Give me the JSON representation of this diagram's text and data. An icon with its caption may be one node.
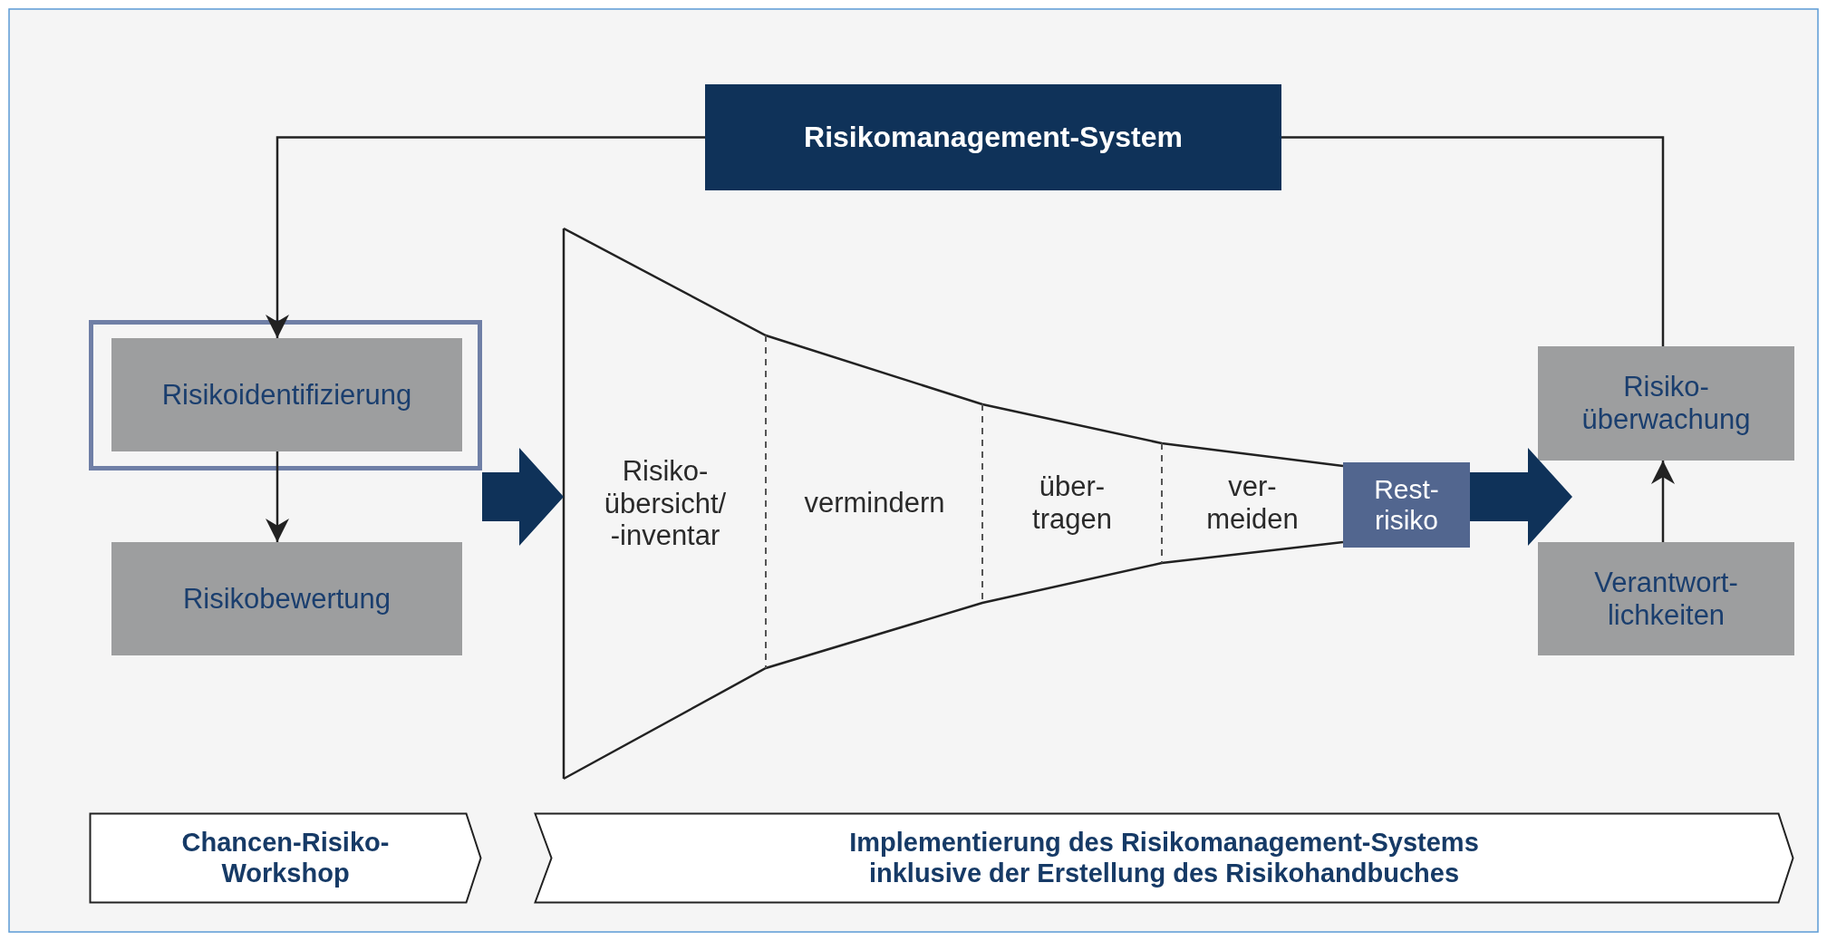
{
  "diagram": {
    "nodes": [
      {
        "text": [
          "Risikomanagement-System"
        ]
      },
      {
        "text": [],
        "shape": "box"
      },
      {
        "text": [
          "Risikoidentifizierung"
        ],
        "in": 1
      },
      {
        "text": [
          "Risikobewertung"
        ]
      },
      {
        "text": [
          "Risiko- übersicht/ -inventar",
          "vermindern",
          "über- tragen",
          "ver- meiden"
        ]
      },
      {
        "text": [
          "Rest- risiko"
        ]
      },
      {
        "text": [
          "Risiko- überwachung"
        ]
      },
      {
        "text": [
          "Verantwort- lichkeiten"
        ]
      },
      {
        "text": [
          "Chancen-Risiko- Workshop"
        ]
      },
      {
        "text": [
          "Implementierung des Risikomanagement-Systems inklusive der Erstellung des Risikohandbuches"
        ]
      }
    ],
    "edges": [
      {
        "from": 0,
        "to": 2,
        "arrow": "to"
      },
      {
        "from": 2,
        "to": 3,
        "arrow": "to"
      },
      {
        "from": 1,
        "to": 4,
        "arrow": "to",
        "style": "thick",
        "color": "#0f3259"
      },
      {
        "from": 5,
        "to": null,
        "arrow": "to",
        "style": "thick",
        "color": "#0f3259"
      },
      {
        "from": 6,
        "to": 0,
        "arrow": "none"
      },
      {
        "from": 7,
        "to": 6,
        "arrow": "to"
      }
    ]
  }
}
